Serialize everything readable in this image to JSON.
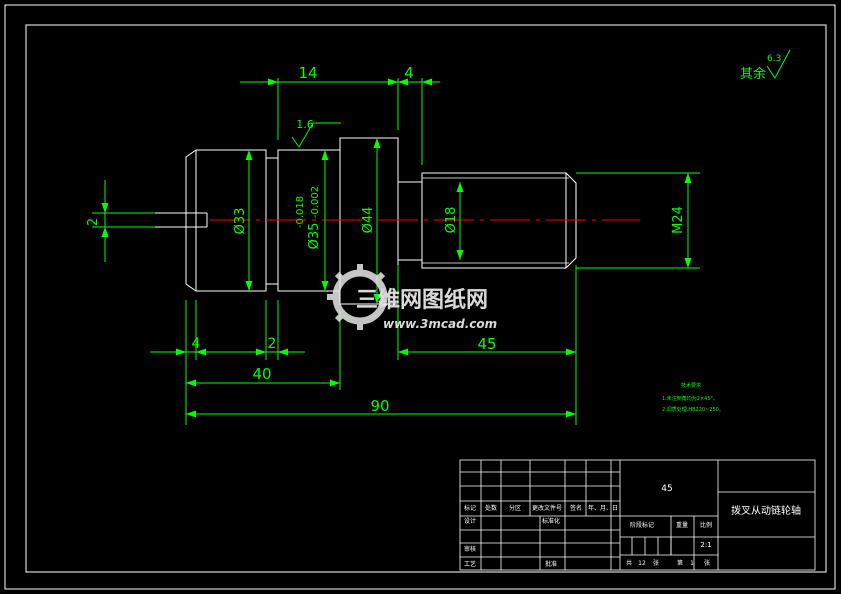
{
  "dimensions": {
    "len_14": "14",
    "len_4_top": "4",
    "len_4_bottom": "4",
    "len_2_bottom": "2",
    "len_45": "45",
    "len_40": "40",
    "len_90": "90",
    "dia_2": "2",
    "dia_33": "Ø33",
    "dia_35": "Ø35",
    "tol_upper": "-0.018",
    "tol_lower": "-0.002",
    "dia_44": "Ø44",
    "dia_18": "Ø18",
    "thread_m24": "M24"
  },
  "roughness": {
    "local": "1.6",
    "rest_label": "其余",
    "rest_value": "6.3"
  },
  "tech_notes": {
    "title": "技术要求",
    "line1": "1.未注倒角均为2×45°。",
    "line2": "2.调质处理,HB220~250。"
  },
  "title_block": {
    "material": "45",
    "part_name": "拨叉从动链轮轴",
    "h_mark": "标记",
    "h_count": "处数",
    "h_zone": "分区",
    "h_docno": "更改文件号",
    "h_sign": "签名",
    "h_date": "年、月、日",
    "design": "设计",
    "standard": "标准化",
    "stage_mark": "阶段标记",
    "weight": "重量",
    "scale_label": "比例",
    "scale": "2:1",
    "check": "审核",
    "process": "工艺",
    "approve": "批准",
    "total": "共",
    "total_n": "12",
    "sheets": "张",
    "page": "第",
    "page_n": "1",
    "sheet_unit": "张"
  },
  "watermark": {
    "brand": "三维网图纸网",
    "url": "www.3mcad.com"
  },
  "colors": {
    "background": "#000000",
    "outline": "#ffffff",
    "dimension": "#00ff00",
    "centerline": "#ff0000",
    "watermark": "#ffffff"
  }
}
